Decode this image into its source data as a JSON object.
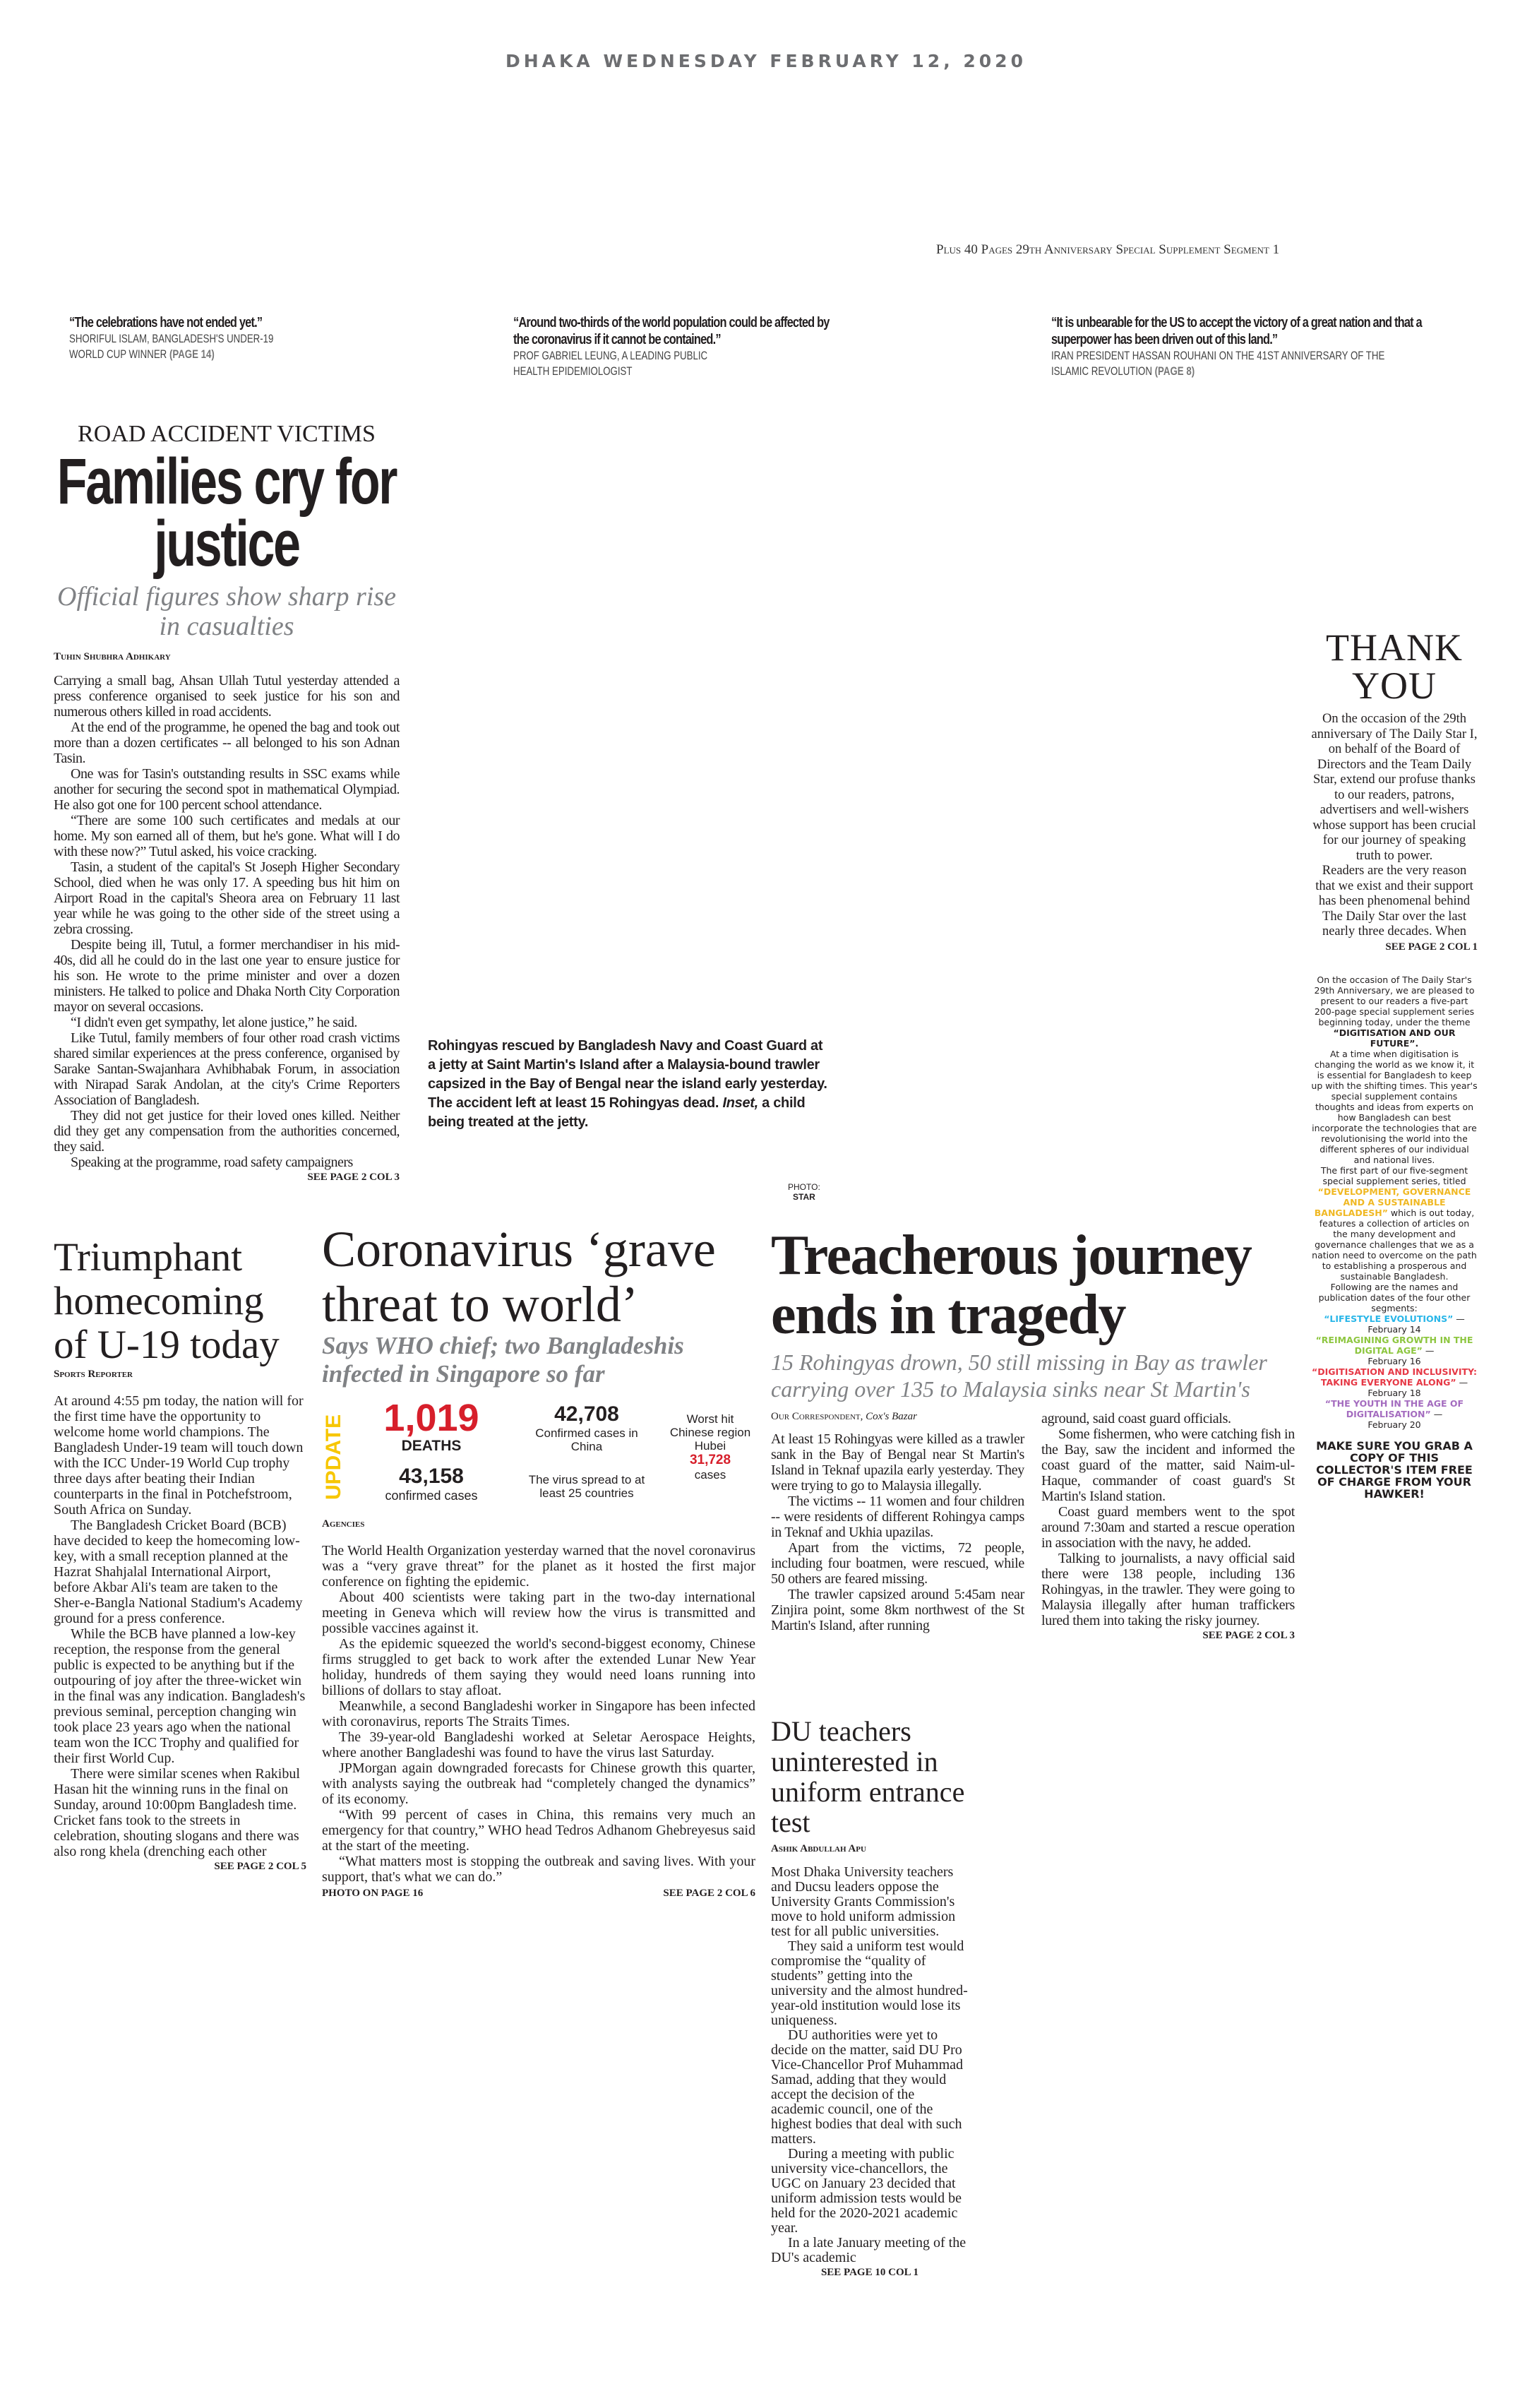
{
  "masthead": {
    "date": "DHAKA WEDNESDAY FEBRUARY 12, 2020",
    "supplement_note": "Plus 40 Pages 29th Anniversary Special Supplement Segment 1"
  },
  "quotes": [
    {
      "text": "“The celebrations have not ended yet.”",
      "attribution": "Shoriful Islam, Bangladesh's Under-19 World Cup winner",
      "page": "(PAGE 14)"
    },
    {
      "text": "“Around two-thirds of the world population could be affected by the coronavirus if it cannot be contained.”",
      "attribution": "Prof Gabriel Leung, a leading public health epidemiologist",
      "page": ""
    },
    {
      "text": "“It is unbearable for the US to accept the victory of a great nation and that a superpower has been driven out of this land.”",
      "attribution": "Iran President Hassan Rouhani on the 41st anniversary of the Islamic Revolution",
      "page": "(PAGE 8)"
    }
  ],
  "road": {
    "kicker": "ROAD ACCIDENT VICTIMS",
    "headline": "Families cry for justice",
    "deck": "Official figures show sharp rise in casualties",
    "byline": "Tuhin Shubhra Adhikary",
    "paragraphs": [
      "Carrying a small bag, Ahsan Ullah Tutul yesterday attended a press conference organised to seek justice for his son and numerous others killed in road accidents.",
      "At the end of the programme, he opened the bag and took out more than a dozen certificates -- all belonged to his son Adnan Tasin.",
      "One was for Tasin's outstanding results in SSC exams while another for securing the second spot in mathematical Olympiad. He also got one for 100 percent school attendance.",
      "“There are some 100 such certificates and medals at our home. My son earned all of them, but he's gone. What will I do with these now?” Tutul asked, his voice cracking.",
      "Tasin, a student of the capital's St Joseph Higher Secondary School, died when he was only 17. A speeding bus hit him on Airport Road in the capital's Sheora area on February 11 last year while he was going to the other side of the street using a zebra crossing.",
      "Despite being ill, Tutul, a former merchandiser in his mid-40s, did all he could do in the last one year to ensure justice for his son. He wrote to the prime minister and over a dozen ministers. He talked to police and Dhaka North City Corporation mayor on several occasions.",
      "“I didn't even get sympathy, let alone justice,” he said.",
      "Like Tutul, family members of four other road crash victims shared similar experiences at the press conference, organised by Sarake Santan-Swajanhara Avhibhabak Forum, in association with Nirapad Sarak Andolan, at the city's Crime Reporters Association of Bangladesh.",
      "They did not get justice for their loved ones killed. Neither did they get any compensation from the authorities concerned, they said.",
      "Speaking at the programme, road safety campaigners"
    ],
    "see": "SEE PAGE 2 COL 3"
  },
  "photo": {
    "caption_a": "Rohingyas rescued by Bangladesh Navy and Coast Guard at a jetty at Saint Martin's Island after a Malaysia-bound trawler capsized in the Bay of Bengal near the island early yesterday. The accident left at least 15 Rohingyas dead. ",
    "caption_inset": "Inset,",
    "caption_b": " a child being treated at the jetty.",
    "credit_label": "PHOTO:",
    "credit": "STAR"
  },
  "thankyou": {
    "title": "THANK YOU",
    "paragraphs": [
      "On the occasion of the 29th anniversary of The Daily Star I, on behalf of the Board of Directors and the Team Daily Star, extend our profuse thanks to our readers, patrons, advertisers and well-wishers whose support has been crucial for our journey of speaking truth to power.",
      "Readers are the very reason that we exist and their support has been phenomenal behind The Daily Star over the last nearly three decades. When"
    ],
    "see": "SEE PAGE 2 COL 1",
    "promo": {
      "intro": "On the occasion of The Daily Star's 29th Anniversary, we are pleased to present to our readers a five-part 200-page special supplement series beginning today, under the theme ",
      "theme": "“DIGITISATION AND OUR FUTURE”.",
      "p2": "At a time when digitisation is changing the world as we know it, it is essential for Bangladesh to keep up with the shifting times. This year's special supplement contains thoughts and ideas from experts on how Bangladesh can best incorporate the technologies that are revolutionising the world into the different spheres of our individual and national lives.",
      "p3a": "The first part of our five-segment special supplement series, titled ",
      "segment1": "“DEVELOPMENT, GOVERNANCE AND A SUSTAINABLE BANGLADESH”",
      "p3b": " which is out today, features a collection of articles on the many development and governance challenges that we as a nation need to overcome on the path to establishing a prosperous and sustainable Bangladesh.",
      "p4": "Following are the names and publication dates of the four other segments:",
      "segments": [
        {
          "title": "“LIFESTYLE EVOLUTIONS”",
          "date": "February 14",
          "color": "#29b6e8"
        },
        {
          "title": "“REIMAGINING GROWTH IN THE DIGITAL AGE”",
          "date": "February 16",
          "color": "#8dc63f"
        },
        {
          "title": "“DIGITISATION AND INCLUSIVITY: TAKING EVERYONE ALONG”",
          "date": "February 18",
          "color": "#e63946"
        },
        {
          "title": "“THE YOUTH IN THE AGE OF DIGITALISATION”",
          "date": "February 20",
          "color": "#a46cbf"
        }
      ],
      "cta": "MAKE SURE YOU GRAB A COPY OF THIS COLLECTOR'S ITEM FREE OF CHARGE FROM YOUR HAWKER!"
    }
  },
  "u19": {
    "headline": "Triumphant homecoming of U-19 today",
    "byline": "Sports Reporter",
    "paragraphs": [
      "At around 4:55 pm today, the nation will for the first time have the opportunity to welcome home world champions. The Bangladesh Under-19 team will touch down with the ICC Under-19 World Cup trophy three days after beating their Indian counterparts in the final in Potchefstroom, South Africa on Sunday.",
      "The Bangladesh Cricket Board (BCB) have decided to keep the homecoming low-key, with a small reception planned at the Hazrat Shahjalal International Airport, before Akbar Ali's team are taken to the Sher-e-Bangla National Stadium's Academy ground for a press conference.",
      "While the BCB have planned a low-key reception, the response from the general public is expected to be anything but if the outpouring of joy after the three-wicket win in the final was any indication. Bangladesh's previous seminal, perception changing win took place 23 years ago when the national team won the ICC Trophy and qualified for their first World Cup.",
      "There were similar scenes when Rakibul Hasan hit the winning runs in the final on Sunday, around 10:00pm Bangladesh time. Cricket fans took to the streets in celebration, shouting slogans and there was also rong khela (drenching each other"
    ],
    "see": "SEE PAGE 2 COL 5"
  },
  "corona": {
    "headline": "Coronavirus ‘grave threat to world’",
    "deck": "Says WHO chief; two Bangladeshis infected in Singapore so far",
    "update_label": "UPDATE",
    "stats": {
      "deaths": "1,019",
      "deaths_label": "DEATHS",
      "confirmed": "43,158",
      "confirmed_label": "confirmed cases",
      "china": "42,708",
      "china_label": "Confirmed cases in China",
      "spread": "The virus spread to at least 25 countries",
      "hubei_label": "Worst hit Chinese region Hubei",
      "hubei": "31,728",
      "hubei_suffix": "cases"
    },
    "byline": "Agencies",
    "paragraphs": [
      "The World Health Organization yesterday warned that the novel coronavirus was a “very grave threat” for the planet as it hosted the first major conference on fighting the epidemic.",
      "About 400 scientists were taking part in the two-day international meeting in Geneva which will review how the virus is transmitted and possible vaccines against it.",
      "As the epidemic squeezed the world's second-biggest economy, Chinese firms struggled to get back to work after the extended Lunar New Year holiday, hundreds of them saying they would need loans running into billions of dollars to stay afloat.",
      "Meanwhile, a second Bangladeshi worker in Singapore has been infected with coronavirus, reports The Straits Times.",
      "The 39-year-old Bangladeshi worked at Seletar Aerospace Heights, where another Bangladeshi was found to have the virus last Saturday.",
      "JPMorgan again downgraded forecasts for Chinese growth this quarter, with analysts saying the outbreak had “completely changed the dynamics” of its economy.",
      "“With 99 percent of cases in China, this remains very much an emergency for that country,” WHO head Tedros Adhanom Ghebreyesus said at the start of the meeting.",
      "“What matters most is stopping the outbreak and saving lives. With your support, that's what we can do.”"
    ],
    "photo_note": "PHOTO ON PAGE 16",
    "see": "SEE PAGE 2 COL 6",
    "accent": "#d71f2b",
    "update_color": "#f7c600"
  },
  "trawler": {
    "headline": "Treacherous journey ends in tragedy",
    "deck": "15 Rohingyas drown, 50 still missing in Bay as trawler carrying over 135 to Malaysia sinks near St Martin's",
    "byline": "Our Correspondent,",
    "dateline": "Cox's Bazar",
    "col1": [
      "At least 15 Rohingyas were killed as a trawler sank in the Bay of Bengal near St Martin's Island in Teknaf upazila early yesterday. They were trying to go to Malaysia illegally.",
      "The victims -- 11 women and four children -- were residents of different Rohingya camps in Teknaf and Ukhia upazilas.",
      "Apart from the victims, 72 people, including four boatmen, were rescued, while 50 others are feared missing.",
      "The trawler capsized around 5:45am near Zinjira point, some 8km northwest of the St Martin's Island, after running"
    ],
    "col2": [
      "aground, said coast guard officials.",
      "Some fishermen, who were catching fish in the Bay, saw the incident and informed the coast guard of the matter, said Naim-ul-Haque, commander of coast guard's St Martin's Island station.",
      "Coast guard members went to the spot around 7:30am and started a rescue operation in association with the navy, he added.",
      "Talking to journalists, a navy official said there were 138 people, including 136 Rohingyas, in the trawler. They were going to Malaysia illegally after human traffickers lured them into taking the risky journey."
    ],
    "see": "SEE PAGE 2 COL 3"
  },
  "du": {
    "headline": "DU teachers uninterested in uniform entrance test",
    "byline": "Ashik Abdullah Apu",
    "paragraphs": [
      "Most Dhaka University teachers and Ducsu leaders oppose the University Grants Commission's move to hold uniform admission test for all public universities.",
      "They said a uniform test would compromise the “quality of students” getting into the university and the almost hundred-year-old institution would lose its uniqueness.",
      "DU authorities were yet to decide on the matter, said DU Pro Vice-Chancellor Prof Muhammad Samad, adding that they would accept the decision of the academic council, one of the highest bodies that deal with such matters.",
      "During a meeting with public university vice-chancellors, the UGC on January 23 decided that uniform admission tests would be held for the 2020-2021 academic year.",
      "In a late January meeting of the DU's academic"
    ],
    "see": "SEE PAGE 10 COL 1"
  }
}
